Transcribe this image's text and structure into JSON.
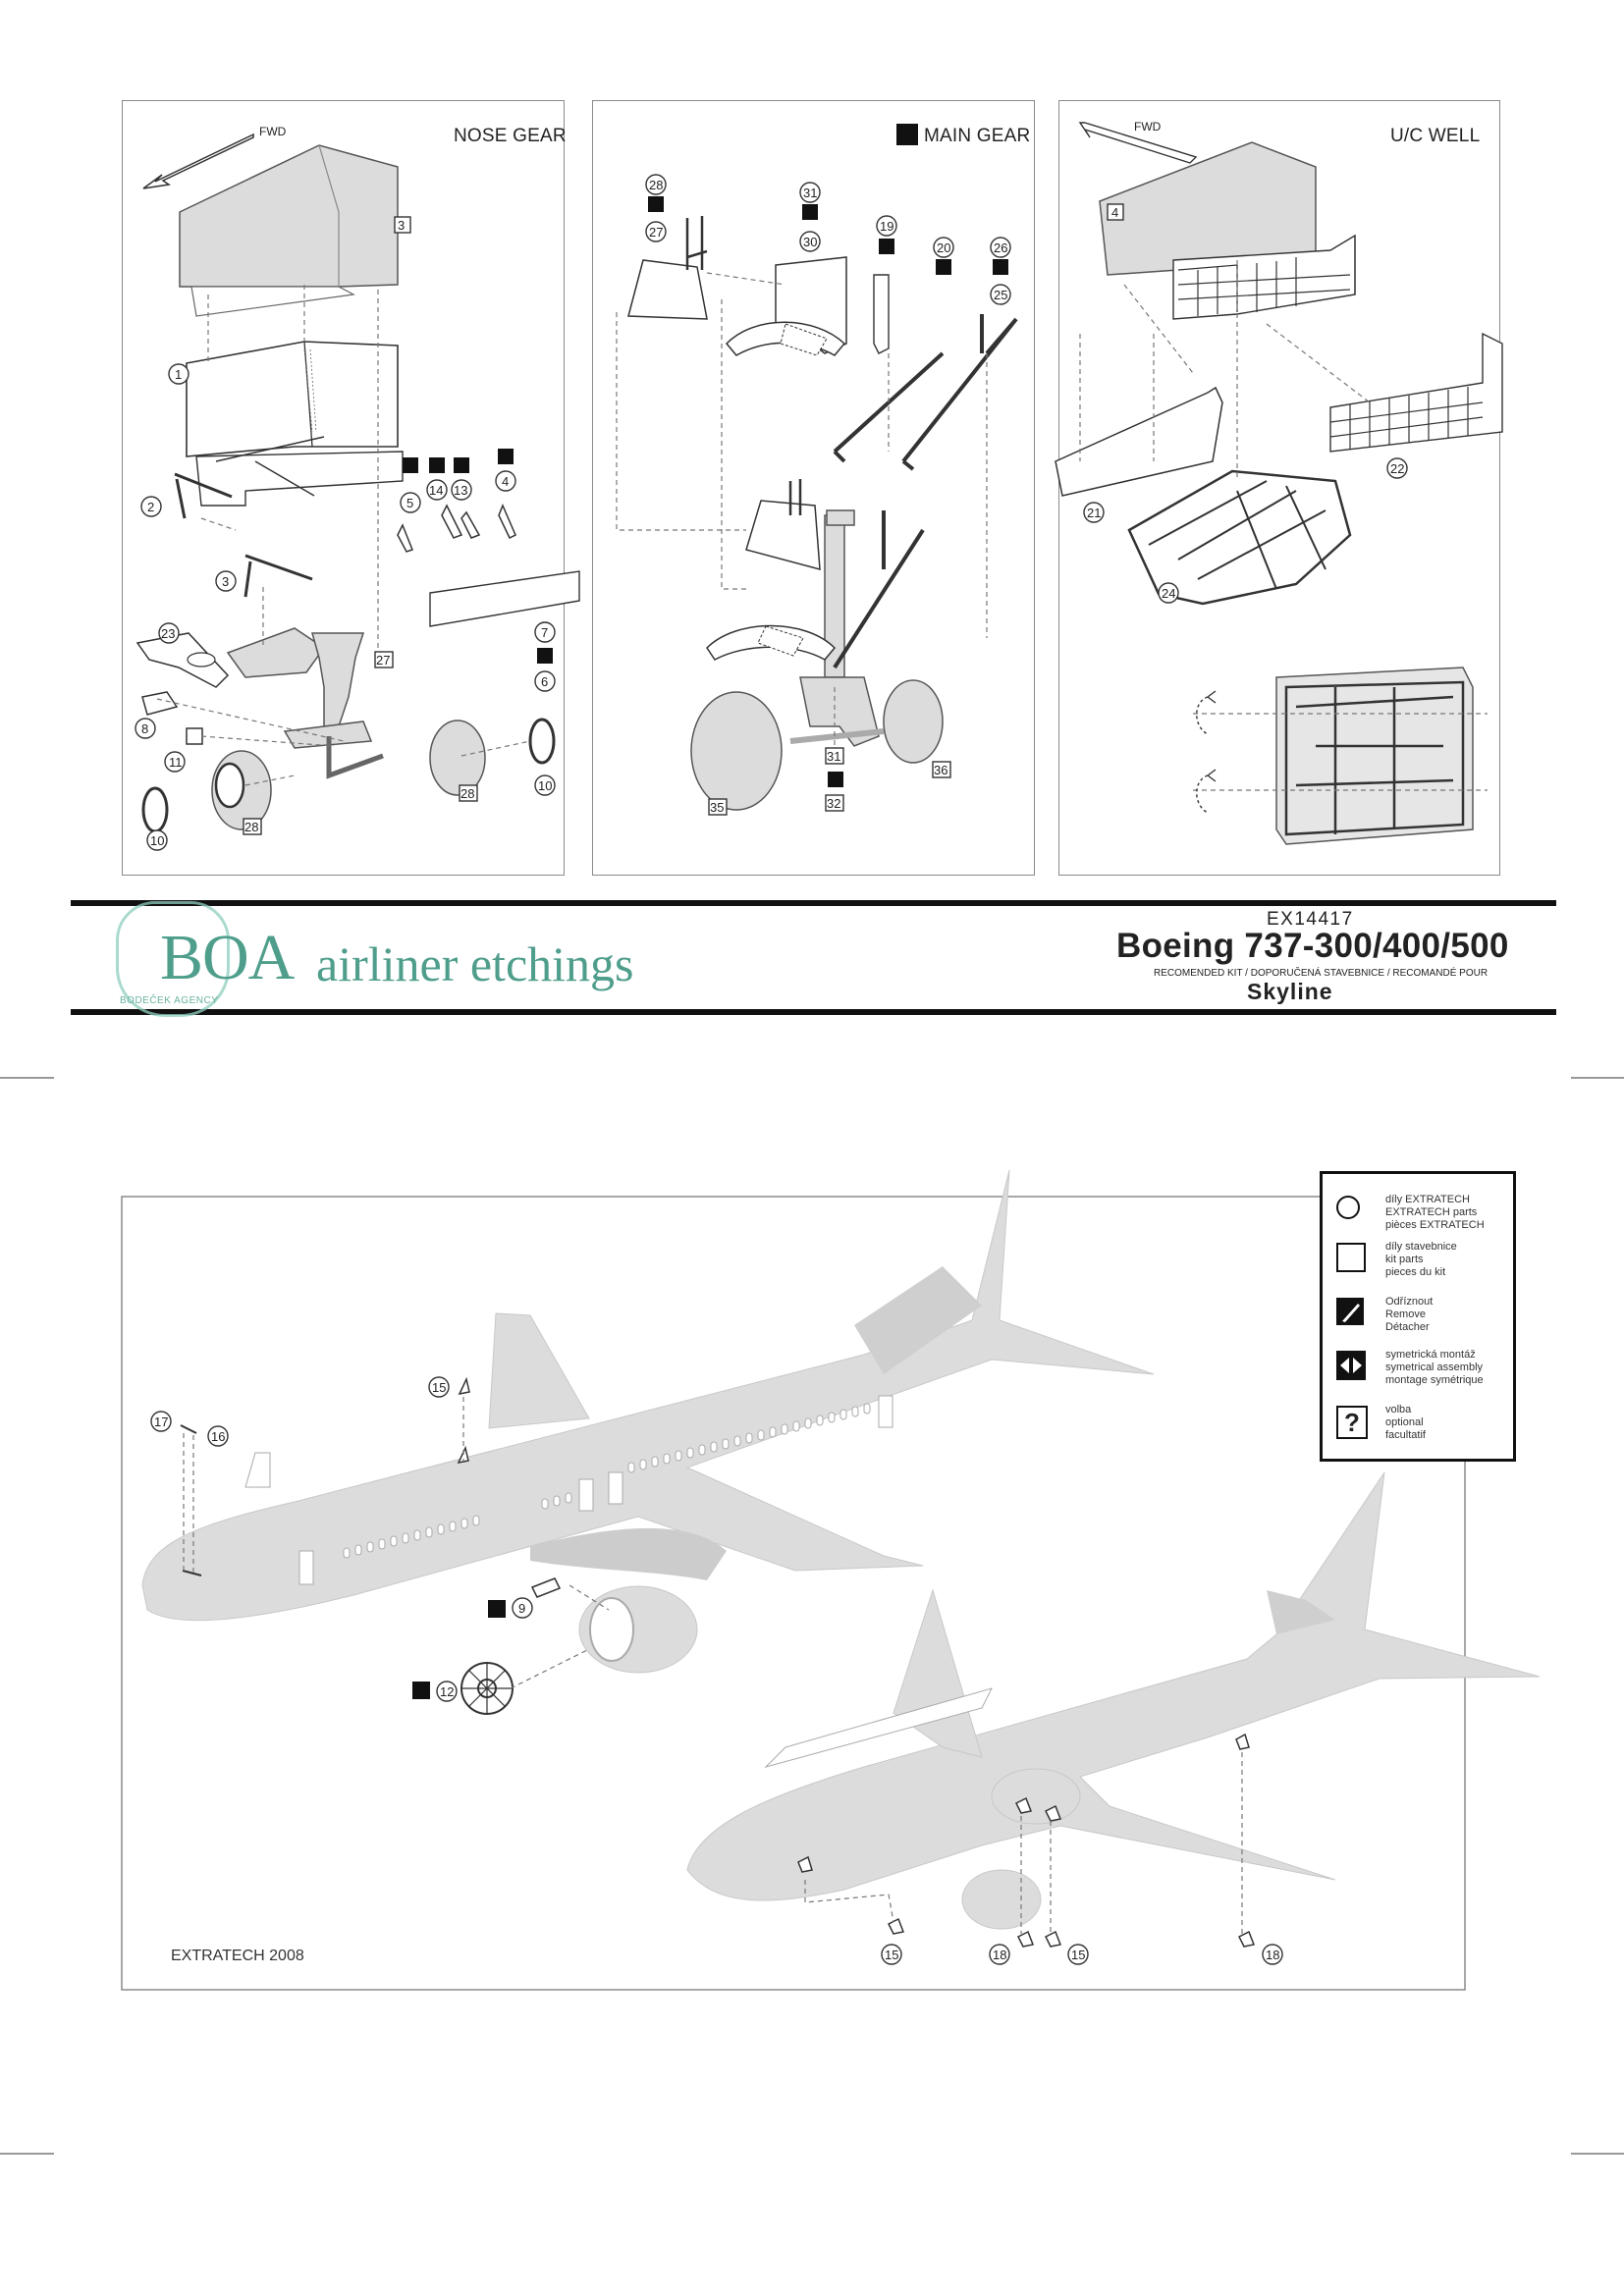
{
  "panels": {
    "nose_gear": {
      "title": "NOSE GEAR",
      "fwd": "FWD"
    },
    "main_gear": {
      "title": "MAIN GEAR"
    },
    "uc_well": {
      "title": "U/C WELL",
      "fwd": "FWD"
    }
  },
  "callouts": {
    "nose": [
      "3",
      "1",
      "2",
      "5",
      "14",
      "13",
      "4",
      "3",
      "23",
      "27",
      "7",
      "6",
      "8",
      "11",
      "28",
      "10",
      "10",
      "28"
    ],
    "main": [
      "28",
      "27",
      "31",
      "30",
      "19",
      "20",
      "26",
      "25",
      "31",
      "32",
      "35",
      "36"
    ],
    "well": [
      "4",
      "22",
      "21",
      "24"
    ],
    "aircraft": [
      "15",
      "17",
      "16",
      "9",
      "12",
      "15",
      "18",
      "15",
      "18"
    ]
  },
  "header": {
    "brand": "BOA",
    "brand_rest": "airliner etchings",
    "agency": "BODEČEK AGENCY",
    "product_code": "EX14417",
    "model": "Boeing 737-300/400/500",
    "recommended": "RECOMENDED KIT / DOPORUČENÁ STAVEBNICE / RECOMANDÉ POUR",
    "kit": "Skyline"
  },
  "legend": [
    {
      "symbol": "circle-icon",
      "lines": [
        "díly EXTRATECH",
        "EXTRATECH parts",
        "pièces EXTRATECH"
      ]
    },
    {
      "symbol": "square-icon",
      "lines": [
        "díly stavebnice",
        "kit parts",
        "pieces du kit"
      ]
    },
    {
      "symbol": "knife-icon",
      "lines": [
        "Odříznout",
        "Remove",
        "Détacher"
      ]
    },
    {
      "symbol": "symmetry-icon",
      "lines": [
        "symetrická montáž",
        "symetrical assembly",
        "montage symétrique"
      ]
    },
    {
      "symbol": "question-icon",
      "lines": [
        "volba",
        "optional",
        "facultatif"
      ]
    }
  ],
  "footer": {
    "copyright": "EXTRATECH 2008"
  }
}
